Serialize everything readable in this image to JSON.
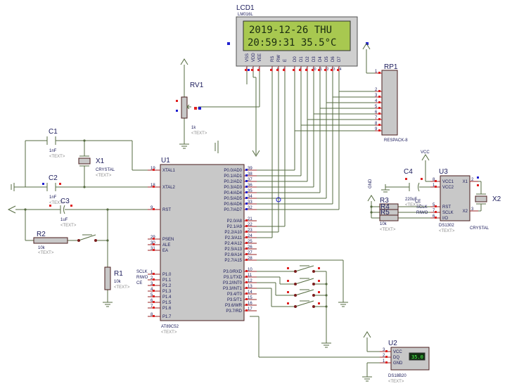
{
  "lcd": {
    "ref": "LCD1",
    "part": "LM016L",
    "line1": "2019-12-26 THU",
    "line2": "20:59:31  35.5°C",
    "pins": [
      "VSS",
      "VDD",
      "VEE",
      "RS",
      "RW",
      "E",
      "D0",
      "D1",
      "D2",
      "D3",
      "D4",
      "D5",
      "D6",
      "D7"
    ],
    "pin_nums": [
      "1",
      "2",
      "3",
      "4",
      "5",
      "6",
      "7",
      "8",
      "9",
      "10",
      "11",
      "12",
      "13",
      "14"
    ]
  },
  "rv1": {
    "ref": "RV1",
    "value": "1k",
    "text": "<TEXT>"
  },
  "rp1": {
    "ref": "RP1",
    "part": "RESPACK-8",
    "pins": [
      "1",
      "2",
      "3",
      "4",
      "5",
      "6",
      "7",
      "8",
      "9"
    ]
  },
  "c1": {
    "ref": "C1",
    "value": "1nF",
    "text": "<TEXT>"
  },
  "c2": {
    "ref": "C2",
    "value": "1nF",
    "text": "<TEXT>"
  },
  "c3": {
    "ref": "C3",
    "value": "1uF",
    "text": "<TEXT>"
  },
  "x1": {
    "ref": "X1",
    "part": "CRYSTAL",
    "text": "<TEXT>"
  },
  "r1": {
    "ref": "R1",
    "value": "10k",
    "text": "<TEXT>"
  },
  "r2": {
    "ref": "R2",
    "value": "10k",
    "text": "<TEXT>"
  },
  "u1": {
    "ref": "U1",
    "part": "AT89C52",
    "text": "<TEXT>",
    "left_pins": [
      {
        "num": "19",
        "name": "XTAL1"
      },
      {
        "num": "18",
        "name": "XTAL2"
      },
      {
        "num": "9",
        "name": "RST"
      },
      {
        "num": "29",
        "name": "PSEN"
      },
      {
        "num": "30",
        "name": "ALE"
      },
      {
        "num": "31",
        "name": "EA"
      },
      {
        "num": "1",
        "name": "P1.0"
      },
      {
        "num": "2",
        "name": "P1.1"
      },
      {
        "num": "3",
        "name": "P1.2"
      },
      {
        "num": "4",
        "name": "P1.3"
      },
      {
        "num": "5",
        "name": "P1.4"
      },
      {
        "num": "6",
        "name": "P1.5"
      },
      {
        "num": "7",
        "name": "P1.6"
      },
      {
        "num": "8",
        "name": "P1.7"
      }
    ],
    "p1_labels": [
      "SCLK",
      "RIWO",
      "CE"
    ],
    "right_pins": [
      {
        "num": "39",
        "name": "P0.0/AD0"
      },
      {
        "num": "38",
        "name": "P0.1/AD1"
      },
      {
        "num": "37",
        "name": "P0.2/AD2"
      },
      {
        "num": "36",
        "name": "P0.3/AD3"
      },
      {
        "num": "35",
        "name": "P0.4/AD4"
      },
      {
        "num": "34",
        "name": "P0.5/AD5"
      },
      {
        "num": "33",
        "name": "P0.6/AD6"
      },
      {
        "num": "32",
        "name": "P0.7/AD7"
      },
      {
        "num": "21",
        "name": "P2.0/A8"
      },
      {
        "num": "22",
        "name": "P2.1/A9"
      },
      {
        "num": "23",
        "name": "P2.2/A10"
      },
      {
        "num": "24",
        "name": "P2.3/A11"
      },
      {
        "num": "25",
        "name": "P2.4/A12"
      },
      {
        "num": "26",
        "name": "P2.5/A13"
      },
      {
        "num": "27",
        "name": "P2.6/A14"
      },
      {
        "num": "28",
        "name": "P2.7/A15"
      },
      {
        "num": "10",
        "name": "P3.0/RXD"
      },
      {
        "num": "11",
        "name": "P3.1/TXD"
      },
      {
        "num": "12",
        "name": "P3.2/INT0"
      },
      {
        "num": "13",
        "name": "P3.3/INT1"
      },
      {
        "num": "14",
        "name": "P3.4/T0"
      },
      {
        "num": "15",
        "name": "P3.5/T1"
      },
      {
        "num": "16",
        "name": "P3.6/WR"
      },
      {
        "num": "17",
        "name": "P3.7/RD"
      }
    ]
  },
  "u3": {
    "ref": "U3",
    "part": "DS1302",
    "text": "<TEXT>",
    "vcc_label": "VCC",
    "left_pins": [
      {
        "num": "8",
        "name": "VCC1"
      },
      {
        "num": "1",
        "name": "VCC2"
      },
      {
        "num": "5",
        "name": "RST"
      },
      {
        "num": "7",
        "name": "SCLK"
      },
      {
        "num": "6",
        "name": "I/O"
      }
    ],
    "right_pins": [
      {
        "num": "2",
        "name": "X1"
      },
      {
        "num": "3",
        "name": "X2"
      }
    ],
    "net_labels": [
      "CE",
      "SCLK",
      "RIWO"
    ]
  },
  "c4": {
    "ref": "C4",
    "value": "220uF",
    "text": "<TEXT>"
  },
  "r3": {
    "ref": "R3",
    "value": "10k",
    "text": "<TEXT>"
  },
  "r4": {
    "ref": "R4"
  },
  "r5": {
    "ref": "R5"
  },
  "x2": {
    "ref": "X2",
    "part": "CRYSTAL"
  },
  "gnd_label": "GND",
  "u2": {
    "ref": "U2",
    "part": "DS18B20",
    "text": "<TEXT>",
    "reading": "35.0",
    "pins": [
      {
        "num": "3",
        "name": "VCC"
      },
      {
        "num": "2",
        "name": "DQ"
      },
      {
        "num": "1",
        "name": "GND"
      }
    ]
  },
  "colors": {
    "wire": "#556b40",
    "body": "#c8c8c8",
    "lcd_screen": "#a8c850",
    "pin_red": "#e02020",
    "pin_blue": "#2020d0"
  }
}
